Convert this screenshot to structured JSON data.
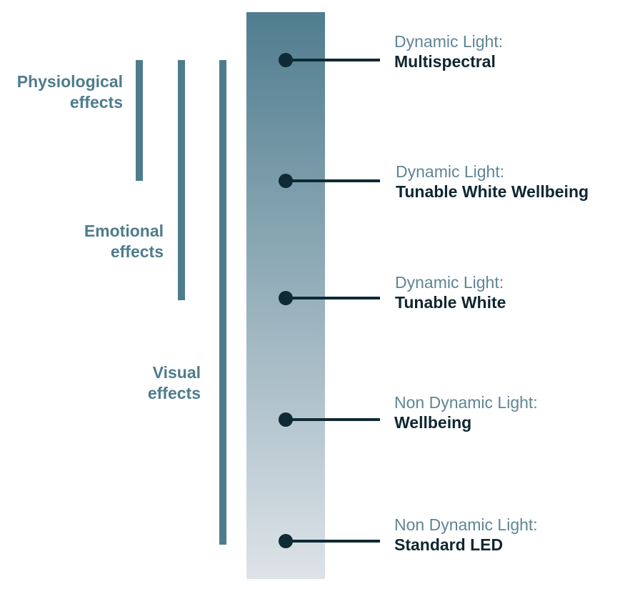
{
  "colors": {
    "accent": "#4e7c8c",
    "label_kind": "#5f8595",
    "label_name": "#0f2631",
    "marker": "#0f2a34",
    "gradient_top": "#507d8f",
    "gradient_bottom": "#dde3e8"
  },
  "effects": [
    {
      "line1": "Physiological",
      "line2": "effects"
    },
    {
      "line1": "Emotional",
      "line2": "effects"
    },
    {
      "line1": "Visual",
      "line2": "effects"
    }
  ],
  "levels": [
    {
      "kind": "Dynamic Light:",
      "name": "Multispectral"
    },
    {
      "kind": "Dynamic Light:",
      "name": "Tunable White Wellbeing"
    },
    {
      "kind": "Dynamic Light:",
      "name": "Tunable White"
    },
    {
      "kind": "Non Dynamic Light:",
      "name": "Wellbeing"
    },
    {
      "kind": "Non Dynamic Light:",
      "name": "Standard LED"
    }
  ]
}
